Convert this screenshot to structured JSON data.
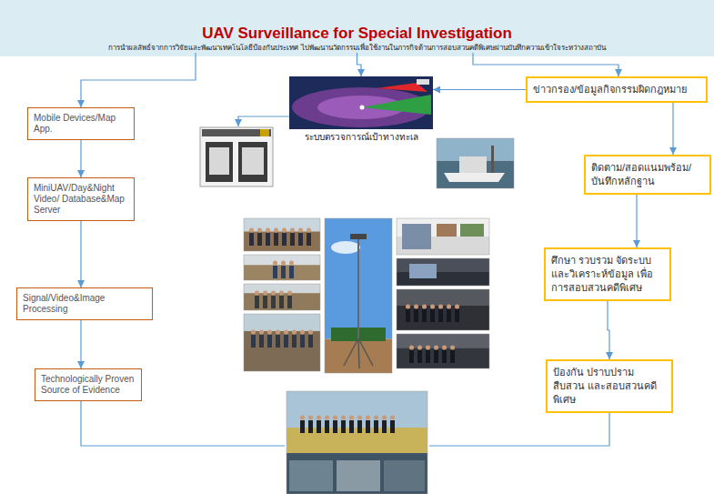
{
  "diagram": {
    "title": "UAV Surveillance for Special Investigation",
    "nodes": [
      {
        "text": [
          "การนำผลลัพธ์จากการวิจัยและพัฒนาเทคโนโลยีป้องกันประเทศ ไปพัฒนานวัตกรรมเพื่อใช้งานในภารกิจด้านการสอบสวนคดีพิเศษผ่านบันทึกความเข้าใจระหว่างสถาบัน"
        ]
      },
      {
        "text": [
          "Mobile Devices/Map App."
        ]
      },
      {
        "text": [
          "MiniUAV/Day&Night Video/ Database&Map Server"
        ]
      },
      {
        "text": [
          "Signal/Video&Image Processing"
        ]
      },
      {
        "text": [
          "Technologically Proven Source of Evidence"
        ]
      },
      {
        "text": [
          "ข่าวกรอง/ข้อมูลกิจกรรมผิดกฎหมาย"
        ]
      },
      {
        "text": [
          "ติดตาม/สอดแนมพร้อม/ บันทึกหลักฐาน"
        ]
      },
      {
        "text": [
          "ศึกษา รวบรวม จัดระบบ และวิเคราะห์ข้อมูล เพื่อการสอบสวนคดีพิเศษ"
        ]
      },
      {
        "text": [
          "ป้องกัน ปราบปราม สืบสวน และสอบสวนคดีพิเศษ"
        ]
      },
      {
        "text": [
          "ระบบตรวจการณ์เป้าทางทะเล"
        ]
      }
    ],
    "edges": [
      {
        "from": 0,
        "to": 1,
        "arrow": "to"
      },
      {
        "from": 0,
        "to": 9,
        "arrow": "to"
      },
      {
        "from": 0,
        "to": 5,
        "arrow": "to"
      },
      {
        "from": 1,
        "to": 2,
        "arrow": "to"
      },
      {
        "from": 2,
        "to": 3,
        "arrow": "to"
      },
      {
        "from": 3,
        "to": 4,
        "arrow": "to"
      },
      {
        "from": 5,
        "to": 6,
        "arrow": "to"
      },
      {
        "from": 6,
        "to": 7,
        "arrow": "to"
      },
      {
        "from": 7,
        "to": 8,
        "arrow": "to"
      },
      {
        "from": 5,
        "to": 9,
        "arrow": "to"
      }
    ]
  }
}
